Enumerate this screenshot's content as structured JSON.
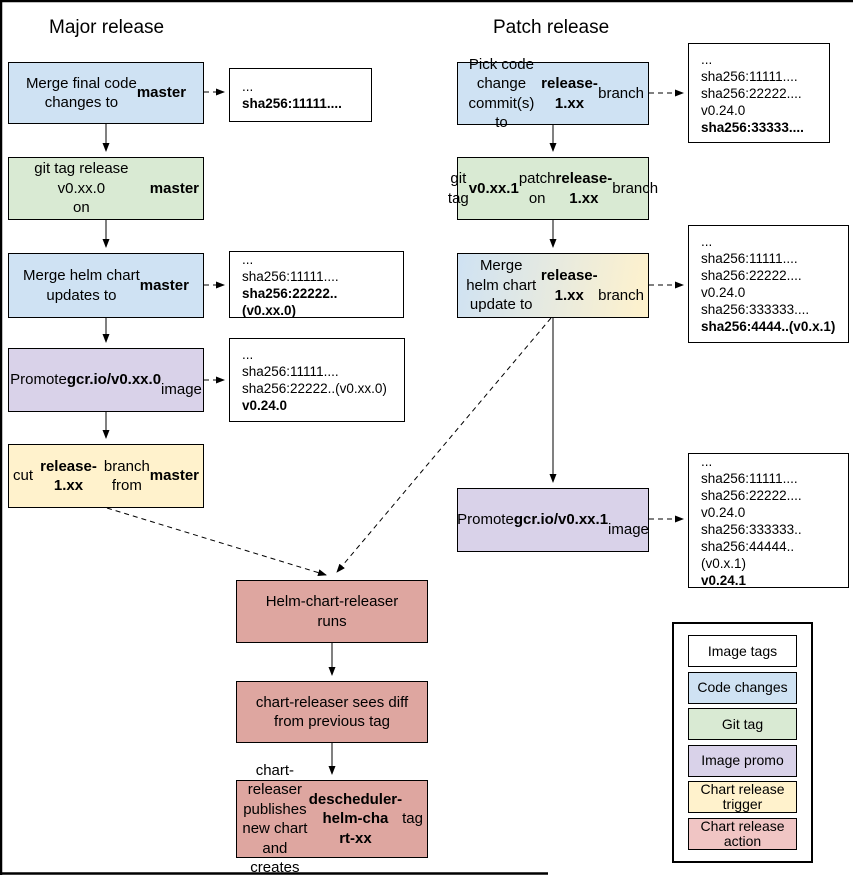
{
  "diagram": {
    "colors": {
      "image_tags": "#ffffff",
      "code_changes": "#cfe2f3",
      "git_tag": "#d9ead3",
      "image_promo": "#d9d2e9",
      "chart_release_trigger": "#fff2cc",
      "chart_release_action": "#dea6a0",
      "legend_action": "#f0c5c4",
      "line": "#000000"
    },
    "major": {
      "title": "Major release",
      "steps": [
        {
          "id": "merge-final-code-changes",
          "type": "code-changes",
          "label": "Merge final code\nchanges to **master**"
        },
        {
          "id": "git-tag-release",
          "type": "git-tag",
          "label": "git tag release v0.xx.0\non **master**"
        },
        {
          "id": "merge-helm-chart-updates",
          "type": "code-changes",
          "label": "Merge helm chart\nupdates to **master**"
        },
        {
          "id": "promote-image-v0xx0",
          "type": "image-promo",
          "label": "Promote **gcr.io/v0.xx.0**\nimage"
        },
        {
          "id": "cut-release-branch",
          "type": "chart-release-trigger",
          "label": "cut **release-1.xx** branch\nfrom **master**"
        }
      ],
      "annotations": [
        {
          "id": "major-ann-1",
          "lines": [
            "...",
            "**sha256:11111....**"
          ]
        },
        {
          "id": "major-ann-2",
          "lines": [
            "...",
            "sha256:11111....",
            "**sha256:22222..(v0.xx.0)**"
          ]
        },
        {
          "id": "major-ann-3",
          "lines": [
            "...",
            "sha256:11111....",
            "sha256:22222..(v0.xx.0)",
            "**v0.24.0**"
          ]
        }
      ]
    },
    "patch": {
      "title": "Patch release",
      "steps": [
        {
          "id": "pick-code-change-commits",
          "type": "code-changes",
          "label": "Pick code change\ncommit(s) to\n**release-1.xx** branch"
        },
        {
          "id": "git-tag-patch",
          "type": "git-tag",
          "label": "git tag **v0.xx.1** patch on\n**release-1.xx** branch"
        },
        {
          "id": "merge-helm-chart-update",
          "type": "mixed-trigger",
          "label": "Merge helm chart\nupdate to **release-1.xx**\nbranch"
        },
        {
          "id": "promote-image-v0xx1",
          "type": "image-promo",
          "label": "Promote **gcr.io/v0.xx.1**\nimage"
        }
      ],
      "annotations": [
        {
          "id": "patch-ann-1",
          "lines": [
            "...",
            "sha256:11111....",
            "sha256:22222....",
            "v0.24.0",
            "**sha256:33333....**"
          ]
        },
        {
          "id": "patch-ann-2",
          "lines": [
            "...",
            "sha256:11111....",
            "sha256:22222....",
            "v0.24.0",
            "sha256:333333....",
            "**sha256:4444..(v0.x.1)**"
          ]
        },
        {
          "id": "patch-ann-3",
          "lines": [
            "...",
            "sha256:11111....",
            "sha256:22222....",
            "v0.24.0",
            "sha256:333333..",
            "sha256:44444..(v0.x.1)",
            "**v0.24.1**"
          ]
        }
      ]
    },
    "chart_release": {
      "steps": [
        {
          "id": "helm-chart-releaser-runs",
          "type": "chart-release-action",
          "label": "Helm-chart-releaser\nruns"
        },
        {
          "id": "chart-releaser-sees-diff",
          "type": "chart-release-action",
          "label": "chart-releaser sees diff\nfrom previous tag"
        },
        {
          "id": "chart-releaser-publishes",
          "type": "chart-release-action",
          "label": "chart-releaser publishes\nnew chart and creates\n**descheduler-helm-cha\nrt-xx** tag"
        }
      ]
    },
    "legend": {
      "items": [
        {
          "type": "image-tags",
          "label": "Image tags"
        },
        {
          "type": "code-changes",
          "label": "Code changes"
        },
        {
          "type": "git-tag",
          "label": "Git tag"
        },
        {
          "type": "image-promo",
          "label": "Image promo"
        },
        {
          "type": "chart-release-trigger",
          "label": "Chart release\ntrigger"
        },
        {
          "type": "chart-release-action",
          "label": "Chart release\naction"
        }
      ]
    },
    "edges": [
      {
        "from": "merge-final-code-changes",
        "to": "git-tag-release",
        "style": "solid"
      },
      {
        "from": "git-tag-release",
        "to": "merge-helm-chart-updates",
        "style": "solid"
      },
      {
        "from": "merge-helm-chart-updates",
        "to": "promote-image-v0xx0",
        "style": "solid"
      },
      {
        "from": "promote-image-v0xx0",
        "to": "cut-release-branch",
        "style": "solid"
      },
      {
        "from": "pick-code-change-commits",
        "to": "git-tag-patch",
        "style": "solid"
      },
      {
        "from": "git-tag-patch",
        "to": "merge-helm-chart-update",
        "style": "solid"
      },
      {
        "from": "merge-helm-chart-update",
        "to": "promote-image-v0xx1",
        "style": "solid"
      },
      {
        "from": "helm-chart-releaser-runs",
        "to": "chart-releaser-sees-diff",
        "style": "solid"
      },
      {
        "from": "chart-releaser-sees-diff",
        "to": "chart-releaser-publishes",
        "style": "solid"
      },
      {
        "from": "merge-final-code-changes",
        "to": "major-ann-1",
        "style": "dashed"
      },
      {
        "from": "merge-helm-chart-updates",
        "to": "major-ann-2",
        "style": "dashed"
      },
      {
        "from": "promote-image-v0xx0",
        "to": "major-ann-3",
        "style": "dashed"
      },
      {
        "from": "pick-code-change-commits",
        "to": "patch-ann-1",
        "style": "dashed"
      },
      {
        "from": "merge-helm-chart-update",
        "to": "patch-ann-2",
        "style": "dashed"
      },
      {
        "from": "promote-image-v0xx1",
        "to": "patch-ann-3",
        "style": "dashed"
      },
      {
        "from": "cut-release-branch",
        "to": "helm-chart-releaser-runs",
        "style": "dashed"
      },
      {
        "from": "merge-helm-chart-update",
        "to": "helm-chart-releaser-runs",
        "style": "dashed"
      }
    ]
  }
}
